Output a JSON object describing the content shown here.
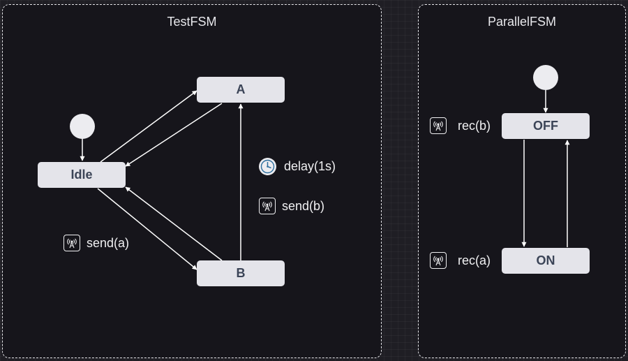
{
  "panels": {
    "test": {
      "title": "TestFSM"
    },
    "parallel": {
      "title": "ParallelFSM"
    }
  },
  "states": {
    "a": "A",
    "idle": "Idle",
    "b": "B",
    "off": "OFF",
    "on": "ON"
  },
  "transitions": {
    "delay": "delay(1s)",
    "send_b": "send(b)",
    "send_a": "send(a)",
    "rec_b": "rec(b)",
    "rec_a": "rec(a)"
  },
  "icons": {
    "signal": "broadcast-icon",
    "timer": "clock-icon"
  },
  "colors": {
    "background": "#1f1e24",
    "panel": "#16151b",
    "state_fill": "#e4e4ea",
    "state_text": "#3b4457",
    "edge": "#ffffff"
  }
}
